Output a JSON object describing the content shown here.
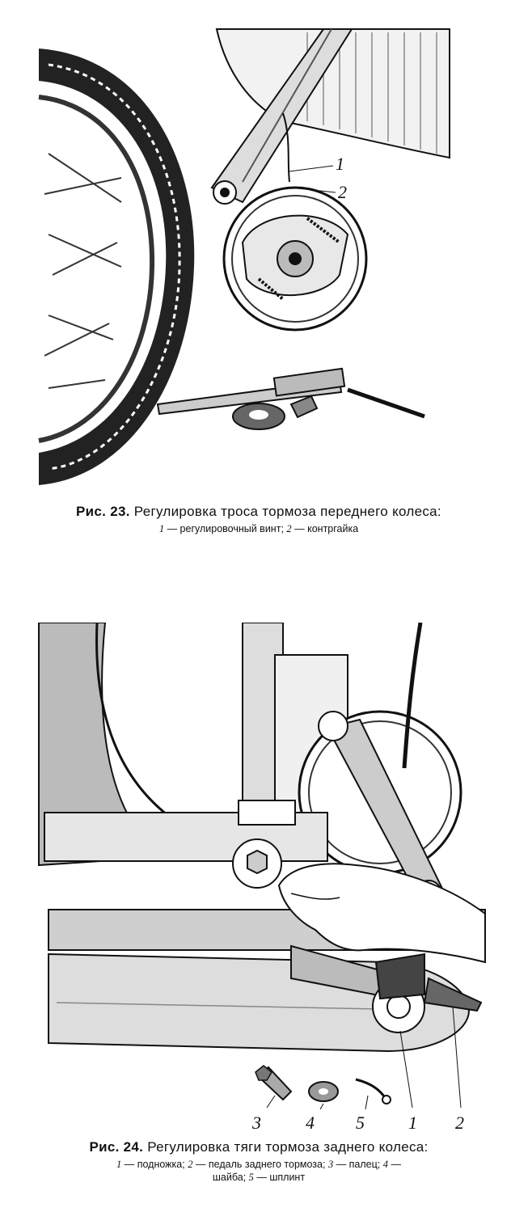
{
  "figure_23": {
    "caption_label": "Рис. 23.",
    "caption_text": "Регулировка троса тормоза переднего колеса:",
    "legend": [
      {
        "num": "1",
        "text": "— регулировочный винт;"
      },
      {
        "num": "2",
        "text": "— контргайка"
      }
    ],
    "callouts": [
      "1",
      "2"
    ]
  },
  "figure_24": {
    "caption_label": "Рис. 24.",
    "caption_text": "Регулировка тяги тормоза заднего колеса:",
    "legend_line1": [
      {
        "num": "1",
        "text": "— подножка;"
      },
      {
        "num": "2",
        "text": "— педаль заднего тормоза;"
      },
      {
        "num": "3",
        "text": "— палец;"
      },
      {
        "num": "4",
        "text": "—"
      }
    ],
    "legend_line2": [
      {
        "num": "",
        "text": "шайба;"
      },
      {
        "num": "5",
        "text": "— шплинт"
      }
    ],
    "callouts": [
      "3",
      "4",
      "5",
      "1",
      "2"
    ]
  }
}
